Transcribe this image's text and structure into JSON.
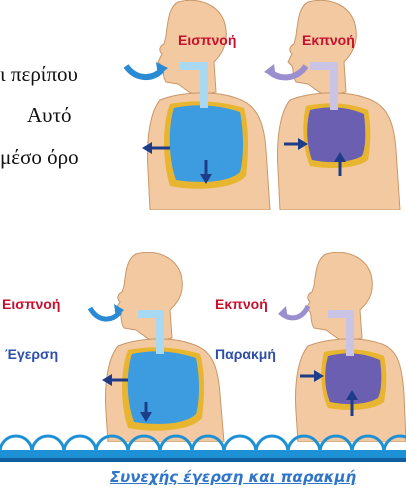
{
  "text_fragments": [
    "ι περίπου",
    "Αυτό",
    "μέσο όρο"
  ],
  "panels": {
    "top_left": {
      "label": "Εισπνοή"
    },
    "top_right": {
      "label": "Εκπνοή"
    },
    "bottom_left": {
      "label": "Εισπνοή",
      "sublabel": "Έγερση"
    },
    "bottom_right": {
      "label": "Εκπνοή",
      "sublabel": "Παρακμή"
    }
  },
  "caption": "Συνεχής έγερση και παρακμή",
  "colors": {
    "inhale_label": "#c8102e",
    "exhale_label": "#c8102e",
    "phase_label": "#2e4fa8",
    "inhale_lung": "#3d9be0",
    "exhale_lung": "#6a5fb0",
    "skin": "#f2c9a0",
    "arrow_dark": "#1f3c88",
    "wave": "#1e90d6"
  }
}
